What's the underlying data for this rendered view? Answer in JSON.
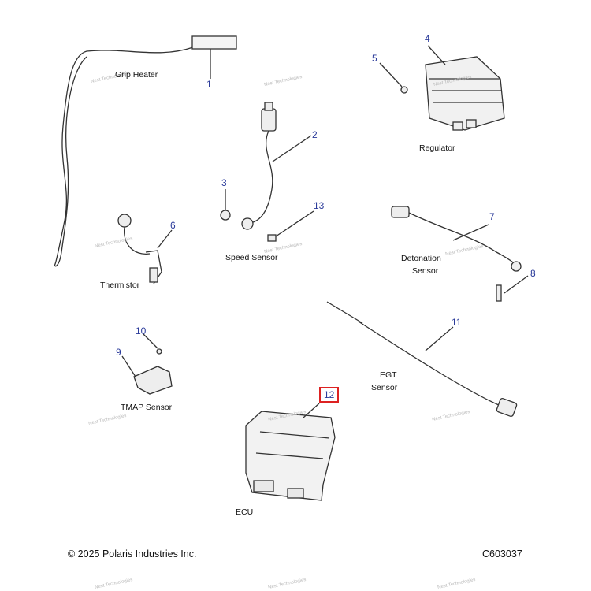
{
  "parts": [
    {
      "number": "1",
      "label": "Grip Heater"
    },
    {
      "number": "2",
      "label": ""
    },
    {
      "number": "3",
      "label": ""
    },
    {
      "number": "4",
      "label": ""
    },
    {
      "number": "5",
      "label": ""
    },
    {
      "number": "6",
      "label": ""
    },
    {
      "number": "7",
      "label": ""
    },
    {
      "number": "8",
      "label": ""
    },
    {
      "number": "9",
      "label": ""
    },
    {
      "number": "10",
      "label": ""
    },
    {
      "number": "11",
      "label": ""
    },
    {
      "number": "12",
      "label": ""
    },
    {
      "number": "13",
      "label": ""
    }
  ],
  "labels": {
    "grip_heater": "Grip Heater",
    "regulator": "Regulator",
    "speed_sensor": "Speed Sensor",
    "thermistor": "Thermistor",
    "detonation_line1": "Detonation",
    "detonation_line2": "Sensor",
    "tmap_sensor": "TMAP Sensor",
    "egt_line1": "EGT",
    "egt_line2": "Sensor",
    "ecu": "ECU"
  },
  "footer": {
    "copyright": "© 2025 Polaris Industries Inc.",
    "diagram_code": "C603037"
  },
  "highlight_color": "#dd2222",
  "callout_color": "#2a3a9a",
  "watermark": "Nest Technologies"
}
